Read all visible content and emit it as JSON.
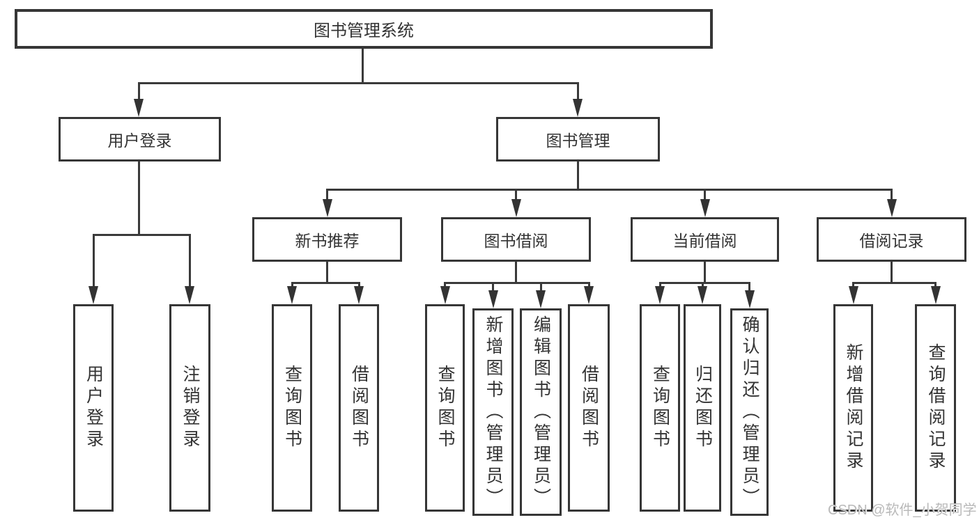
{
  "tree": {
    "root": "图书管理系统",
    "branches": [
      {
        "label": "用户登录",
        "children": [
          "用户登录",
          "注销登录"
        ]
      },
      {
        "label": "图书管理",
        "sections": [
          {
            "label": "新书推荐",
            "children": [
              "查询图书",
              "借阅图书"
            ]
          },
          {
            "label": "图书借阅",
            "children": [
              "查询图书",
              "新增图书（管理员）",
              "编辑图书（管理员）",
              "借阅图书"
            ]
          },
          {
            "label": "当前借阅",
            "children": [
              "查询图书",
              "归还图书",
              "确认归还（管理员）"
            ]
          },
          {
            "label": "借阅记录",
            "children": [
              "新增借阅记录",
              "查询借阅记录"
            ]
          }
        ]
      }
    ]
  },
  "watermark": {
    "text": "CSDN @软件_小贺同学"
  },
  "colors": {
    "line": "#3a3a3a",
    "border": "#363636",
    "text": "#333333",
    "watermark": "#b9b9b9",
    "background": "#ffffff"
  }
}
